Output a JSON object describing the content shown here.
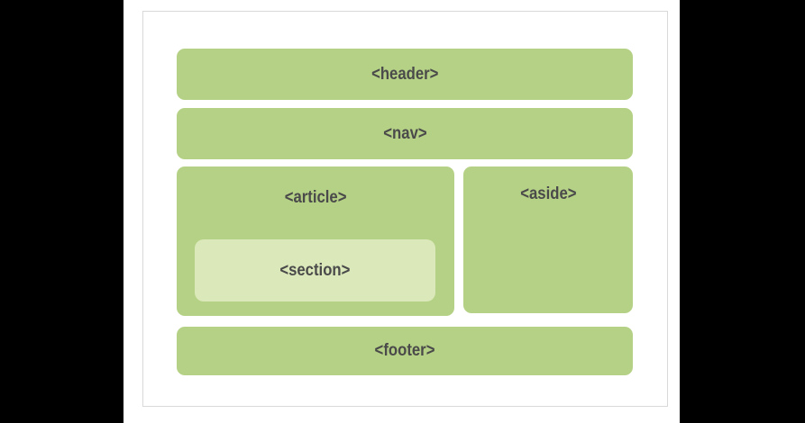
{
  "diagram": {
    "boxes": {
      "header": {
        "label": "<header>"
      },
      "nav": {
        "label": "<nav>"
      },
      "article": {
        "label": "<article>"
      },
      "section": {
        "label": "<section>"
      },
      "aside": {
        "label": "<aside>"
      },
      "footer": {
        "label": "<footer>"
      }
    },
    "colors": {
      "page_background": "#000000",
      "panel_bg": "#ffffff",
      "panel_border": "#d9d9d9",
      "box_green": "#b5d186",
      "section_green": "#dbe9ba",
      "label_text": "#4a4a4a"
    }
  }
}
